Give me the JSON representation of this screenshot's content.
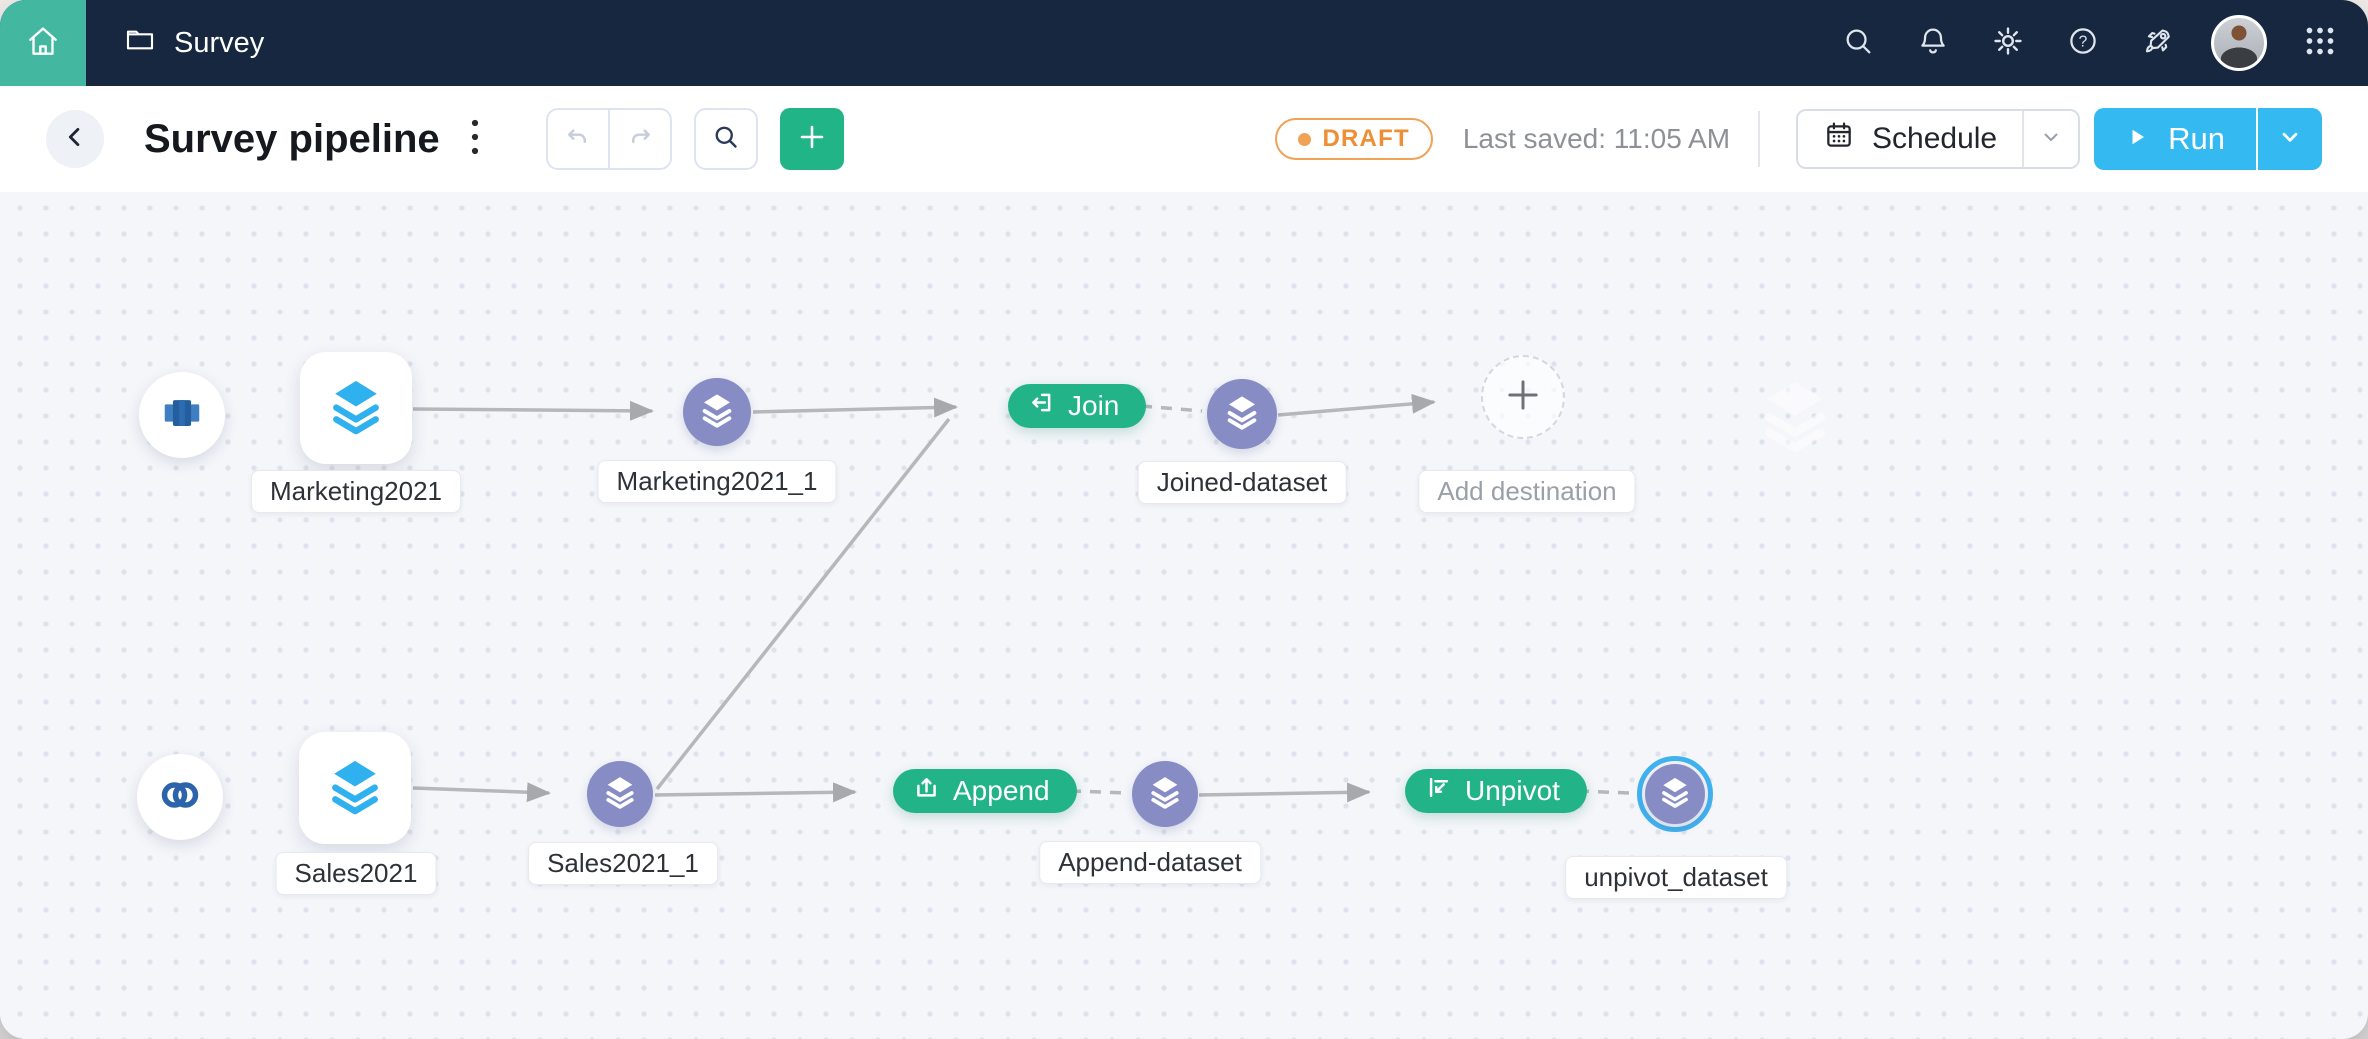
{
  "topbar": {
    "project_name": "Survey",
    "icons": [
      "home-icon",
      "folder-icon",
      "search-icon",
      "bell-icon",
      "gear-icon",
      "help-icon",
      "rocket-icon",
      "avatar",
      "apps-grid-icon"
    ]
  },
  "toolbar": {
    "title": "Survey pipeline",
    "status_badge": "DRAFT",
    "last_saved": "Last saved: 11:05 AM",
    "schedule_label": "Schedule",
    "run_label": "Run"
  },
  "canvas": {
    "nodes": {
      "marketing2021": {
        "label": "Marketing2021"
      },
      "marketing2021_1": {
        "label": "Marketing2021_1"
      },
      "join": {
        "label": "Join"
      },
      "joined_dataset": {
        "label": "Joined-dataset"
      },
      "add_destination": {
        "label": "Add destination"
      },
      "sales2021": {
        "label": "Sales2021"
      },
      "sales2021_1": {
        "label": "Sales2021_1"
      },
      "append": {
        "label": "Append"
      },
      "append_dataset": {
        "label": "Append-dataset"
      },
      "unpivot": {
        "label": "Unpivot"
      },
      "unpivot_dataset": {
        "label": "unpivot_dataset",
        "selected": true
      }
    }
  },
  "colors": {
    "topbar_navy": "#16273f",
    "home_teal": "#43b7a0",
    "accent_green": "#21b487",
    "run_blue": "#35b9f1",
    "stage_purple": "#878cc4",
    "dataset_blue": "#2fb1ef",
    "draft_orange": "#ee8f35",
    "selection_blue": "#41b2f0",
    "edge_gray": "#b5b7bb"
  }
}
